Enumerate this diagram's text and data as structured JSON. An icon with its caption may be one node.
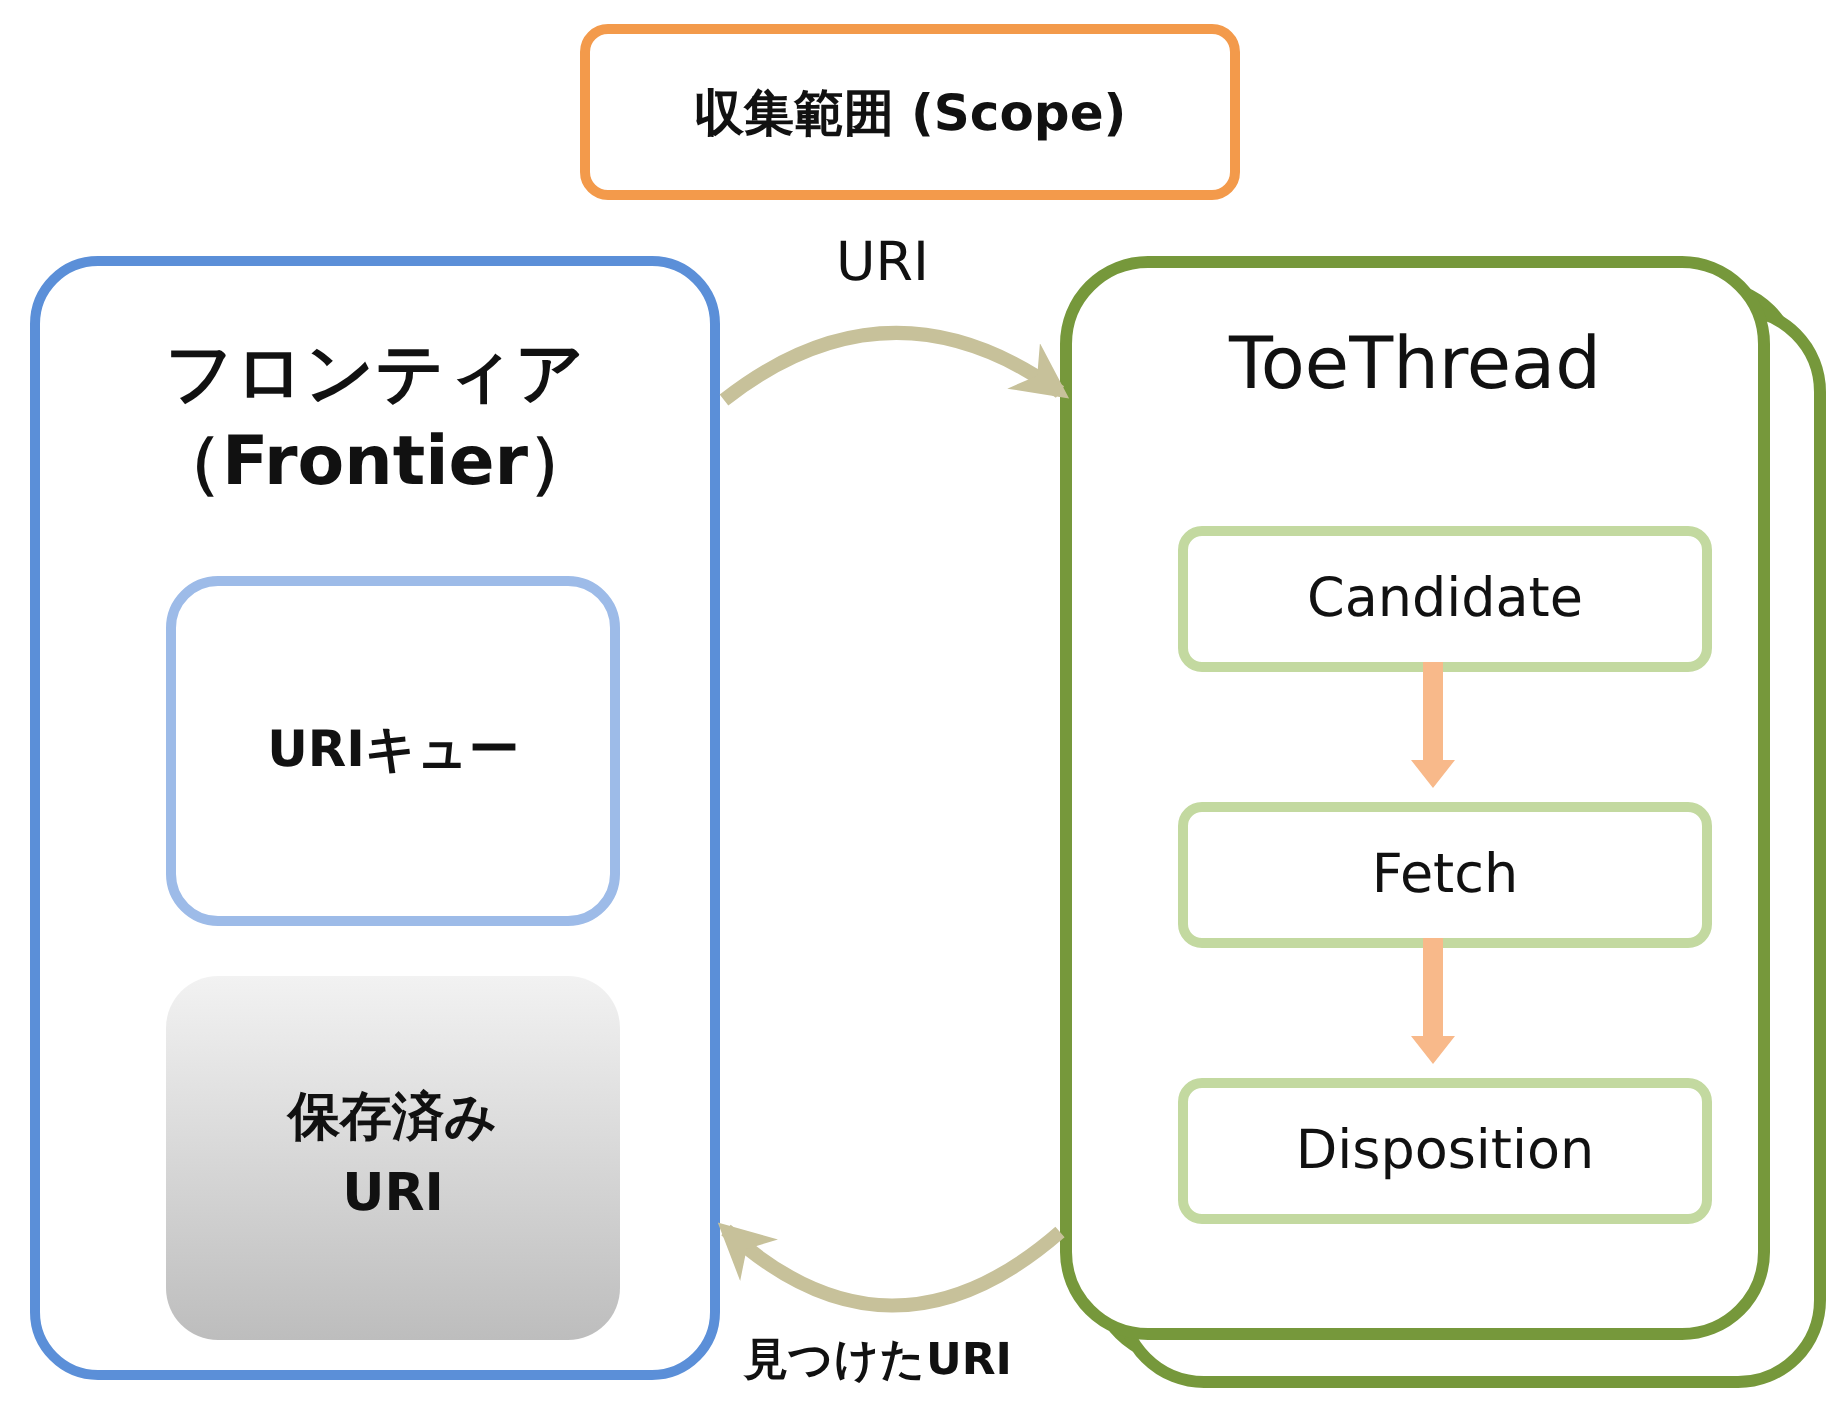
{
  "diagram": {
    "nodes": [
      {
        "text": [
          "収集範囲 (Scope)"
        ]
      },
      {
        "text": [
          "フロンティア（Frontier）"
        ]
      },
      {
        "text": [
          "URIキュー"
        ],
        "in": 1
      },
      {
        "text": [
          "保存済みURI"
        ],
        "in": 1
      },
      {
        "text": [
          "ToeThread"
        ]
      },
      {
        "text": [
          "Candidate"
        ],
        "in": 4
      },
      {
        "text": [
          "Fetch"
        ],
        "in": 4
      },
      {
        "text": [
          "Disposition"
        ],
        "in": 4
      }
    ],
    "edges": [
      {
        "from": 1,
        "to": 4,
        "arrow": "to",
        "label": "URI"
      },
      {
        "from": 4,
        "to": 1,
        "arrow": "to",
        "label": "見つけたURI"
      },
      {
        "from": 5,
        "to": 6,
        "arrow": "to",
        "color": "#f8b98a"
      },
      {
        "from": 6,
        "to": 7,
        "arrow": "to",
        "color": "#f8b98a"
      }
    ]
  }
}
